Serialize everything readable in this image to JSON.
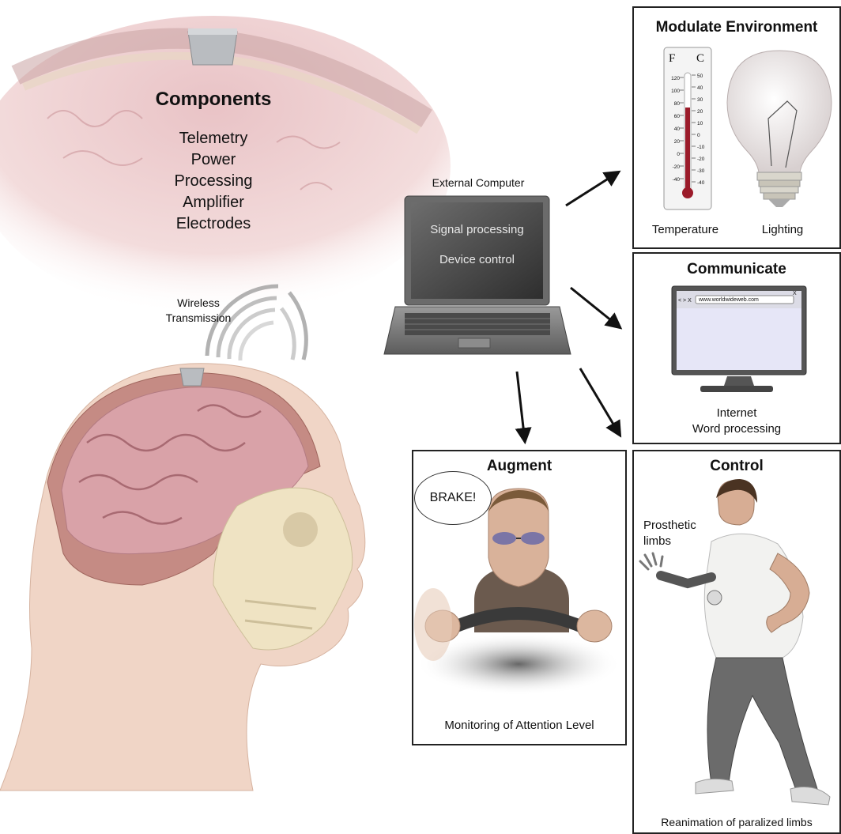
{
  "components": {
    "title": "Components",
    "items": [
      "Telemetry",
      "Power",
      "Processing",
      "Amplifier",
      "Electrodes"
    ]
  },
  "wireless": {
    "line1": "Wireless",
    "line2": "Transmission"
  },
  "computer": {
    "label": "External Computer",
    "screen_line1": "Signal processing",
    "screen_line2": "Device control"
  },
  "modulate": {
    "title": "Modulate Environment",
    "thermo_f": "F",
    "thermo_c": "C",
    "f_ticks": [
      "120",
      "100",
      "80",
      "60",
      "40",
      "20",
      "0",
      "-20",
      "-40"
    ],
    "c_ticks": [
      "50",
      "40",
      "30",
      "20",
      "10",
      "0",
      "-10",
      "-20",
      "-30",
      "-40"
    ],
    "temperature_label": "Temperature",
    "lighting_label": "Lighting"
  },
  "communicate": {
    "title": "Communicate",
    "url": "www.worldwideweb.com",
    "nav": "< > X",
    "close": "X",
    "caption_line1": "Internet",
    "caption_line2": "Word processing"
  },
  "augment": {
    "title": "Augment",
    "bubble": "BRAKE!",
    "caption": "Monitoring of Attention Level"
  },
  "control": {
    "title": "Control",
    "prosthetic_line1": "Prosthetic",
    "prosthetic_line2": "limbs",
    "caption": "Reanimation of paralized limbs"
  },
  "colors": {
    "brain": "#d9a7ae",
    "skull": "#efe3c3",
    "skin": "#f3d9c9",
    "panel_border": "#222222",
    "arrow": "#111111"
  }
}
